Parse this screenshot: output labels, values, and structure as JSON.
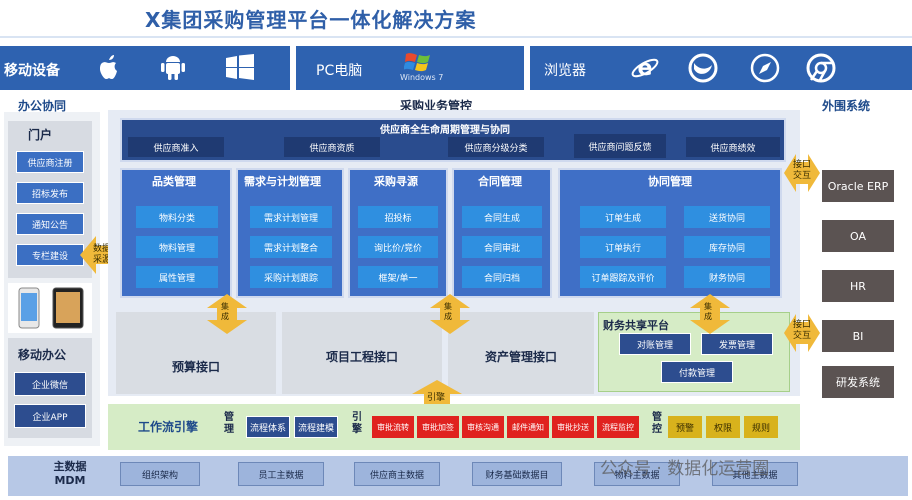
{
  "title": "X集团采购管理平台一体化解决方案",
  "devices": {
    "mobile": "移动设备",
    "pc": "PC电脑",
    "windows_label": "Windows 7",
    "browser": "浏览器"
  },
  "left": {
    "office": "办公协同",
    "portal": "门户",
    "portal_items": [
      "供应商注册",
      "招标发布",
      "通知公告",
      "专栏建设"
    ],
    "mobile_office": "移动办公",
    "mobile_items": [
      "企业微信",
      "企业APP"
    ],
    "data_source": "数据采源"
  },
  "center": {
    "header": "采购业务管控",
    "lifecycle": "供应商全生命周期管理与协同",
    "lifecycle_items": [
      "供应商准入",
      "供应商资质",
      "供应商分级分类",
      "供应商问题反馈",
      "供应商绩效"
    ],
    "modules": [
      {
        "title": "品类管理",
        "items": [
          "物料分类",
          "物料管理",
          "属性管理"
        ]
      },
      {
        "title": "需求与计划管理",
        "items": [
          "需求计划管理",
          "需求计划整合",
          "采购计划跟踪"
        ]
      },
      {
        "title": "采购寻源",
        "items": [
          "招投标",
          "询比价/竞价",
          "框架/单一"
        ]
      },
      {
        "title": "合同管理",
        "items": [
          "合同生成",
          "合同审批",
          "合同归档"
        ]
      }
    ],
    "collab": {
      "title": "协同管理",
      "left_items": [
        "订单生成",
        "订单执行",
        "订单跟踪及评价"
      ],
      "right_items": [
        "送货协同",
        "库存协同",
        "财务协同"
      ]
    },
    "integration": "集成",
    "budget": "预算接口",
    "project": "项目工程接口",
    "asset": "资产管理接口",
    "finance": {
      "title": "财务共享平台",
      "items": [
        "对账管理",
        "发票管理",
        "付款管理"
      ]
    },
    "engine_arrow": "引擎",
    "workflow": {
      "label": "工作流引擎",
      "manage": "管理",
      "manage_items": [
        "流程体系",
        "流程建模"
      ],
      "engine": "引擎",
      "engine_items": [
        "审批流转",
        "审批加签",
        "审核沟通",
        "邮件通知",
        "审批抄送",
        "流程监控"
      ],
      "control": "管控",
      "control_items": [
        "预警",
        "权限",
        "规则"
      ]
    },
    "interface": "接口交互"
  },
  "right": {
    "header": "外围系统",
    "systems": [
      "Oracle ERP",
      "OA",
      "HR",
      "BI",
      "研发系统"
    ]
  },
  "mdm": {
    "label": "主数据MDM",
    "items": [
      "组织架构",
      "员工主数据",
      "供应商主数据",
      "财务基础数据目",
      "物料主数据",
      "其他主数据"
    ]
  },
  "watermark": "公众号 · 数据化运营圈",
  "icons": [
    "apple-icon",
    "android-icon",
    "windows-icon",
    "ie-icon",
    "firefox-icon",
    "safari-icon",
    "chrome-icon",
    "phone-icon",
    "tablet-icon"
  ]
}
